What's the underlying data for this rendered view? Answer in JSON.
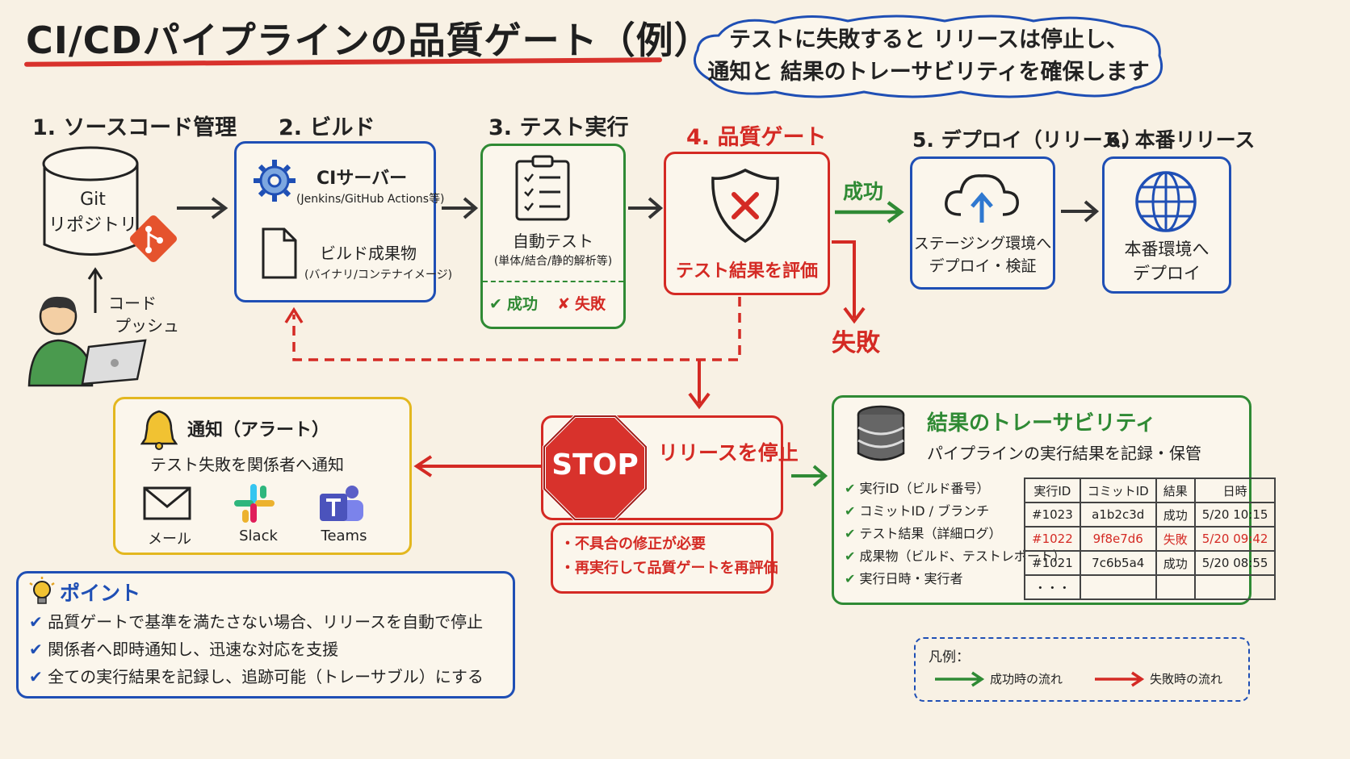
{
  "title": "CI/CDパイプラインの品質ゲート（例）",
  "callout": {
    "line1": "テストに失敗すると リリースは停止し、",
    "line2": "通知と 結果のトレーサビリティを確保します"
  },
  "steps": {
    "s1": {
      "label": "1. ソースコード管理",
      "repo_line1": "Git",
      "repo_line2": "リポジトリ",
      "push_line1": "コード",
      "push_line2": "プッシュ"
    },
    "s2": {
      "label": "2. ビルド",
      "server": "CIサーバー",
      "server_sub": "(Jenkins/GitHub Actions等)",
      "artifact": "ビルド成果物",
      "artifact_sub": "(バイナリ/コンテナイメージ)"
    },
    "s3": {
      "label": "3. テスト実行",
      "test": "自動テスト",
      "test_sub": "(単体/結合/静的解析等)",
      "success": "成功",
      "fail": "失敗"
    },
    "s4": {
      "label": "4. 品質ゲート",
      "eval": "テスト結果を評価",
      "success_arrow": "成功",
      "fail_arrow": "失敗"
    },
    "s5": {
      "label": "5. デプロイ（リリース）",
      "line1": "ステージング環境へ",
      "line2": "デプロイ・検証"
    },
    "s6": {
      "label": "6. 本番リリース",
      "line1": "本番環境へ",
      "line2": "デプロイ"
    }
  },
  "notify": {
    "title": "通知（アラート）",
    "desc": "テスト失敗を関係者へ通知",
    "channels": [
      "メール",
      "Slack",
      "Teams"
    ]
  },
  "stop": {
    "sign": "STOP",
    "label": "リリースを停止",
    "bullets": [
      "・不具合の修正が必要",
      "・再実行して品質ゲートを再評価"
    ]
  },
  "trace": {
    "title": "結果のトレーサビリティ",
    "subtitle": "パイプラインの実行結果を記録・保管",
    "checks": [
      "実行ID（ビルド番号）",
      "コミットID / ブランチ",
      "テスト結果（詳細ログ）",
      "成果物（ビルド、テストレポート）",
      "実行日時・実行者"
    ],
    "headers": [
      "実行ID",
      "コミットID",
      "結果",
      "日時"
    ],
    "rows": [
      [
        "#1023",
        "a1b2c3d",
        "成功",
        "5/20 10:15"
      ],
      [
        "#1022",
        "9f8e7d6",
        "失敗",
        "5/20 09:42"
      ],
      [
        "#1021",
        "7c6b5a4",
        "成功",
        "5/20 08:55"
      ],
      [
        "・・・",
        "",
        "",
        ""
      ]
    ]
  },
  "points": {
    "title": "ポイント",
    "items": [
      "品質ゲートで基準を満たさない場合、リリースを自動で停止",
      "関係者へ即時通知し、迅速な対応を支援",
      "全ての実行結果を記録し、追跡可能（トレーサブル）にする"
    ]
  },
  "legend": {
    "title": "凡例：",
    "success": "成功時の流れ",
    "fail": "失敗時の流れ"
  },
  "colors": {
    "red": "#d42a24",
    "green": "#2f8a34",
    "blue": "#1f4fb5",
    "yellow": "#e3b71f"
  }
}
